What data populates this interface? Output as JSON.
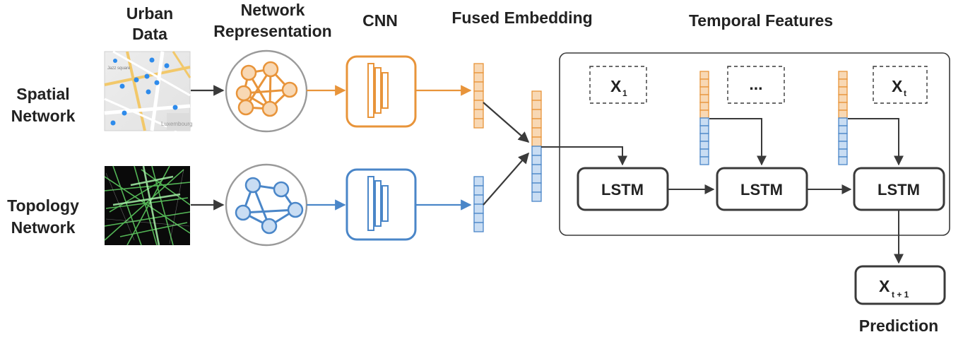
{
  "headers": {
    "urban_data_line1": "Urban",
    "urban_data_line2": "Data",
    "network_rep_line1": "Network",
    "network_rep_line2": "Representation",
    "cnn": "CNN",
    "fused_embedding": "Fused Embedding",
    "temporal_features": "Temporal Features"
  },
  "rows": {
    "spatial_line1": "Spatial",
    "spatial_line2": "Network",
    "topology_line1": "Topology",
    "topology_line2": "Network"
  },
  "temporal": {
    "x1_main": "X",
    "x1_sub": "1",
    "ellipsis": "...",
    "xt_main": "X",
    "xt_sub": "t"
  },
  "lstm": {
    "label_1": "LSTM",
    "label_2": "LSTM",
    "label_3": "LSTM"
  },
  "prediction": {
    "main": "X",
    "sub": "t + 1",
    "label": "Prediction"
  },
  "map_labels": {
    "line1": "Jazz square",
    "line2": "Luxembourg"
  },
  "colors": {
    "spatial": "#E8943A",
    "spatial_fill": "#F8D8B4",
    "topology": "#4A86C8",
    "topology_fill": "#C9DDF3",
    "dark": "#3A3A3A",
    "node_circle": "#9A9A9A"
  }
}
